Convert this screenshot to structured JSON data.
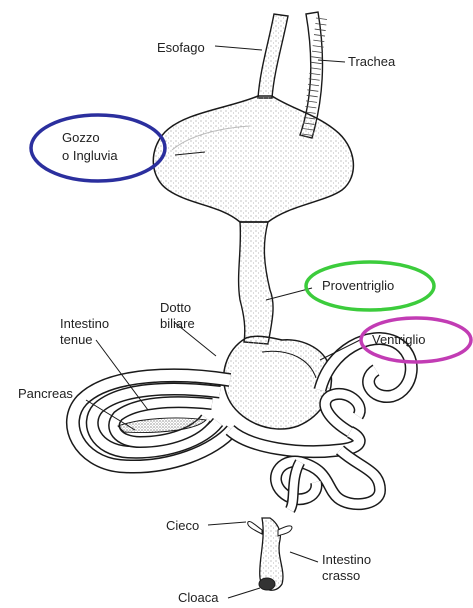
{
  "labels": {
    "esofago": "Esofago",
    "trachea": "Trachea",
    "gozzo_line1": "Gozzo",
    "gozzo_line2": "o Ingluvia",
    "proventriglio": "Proventriglio",
    "dotto_line1": "Dotto",
    "dotto_line2": "biliare",
    "ventriglio": "Ventriglio",
    "intestino_tenue_line1": "Intestino",
    "intestino_tenue_line2": "tenue",
    "pancreas": "Pancreas",
    "cieco": "Cieco",
    "intestino_crasso_line1": "Intestino",
    "intestino_crasso_line2": "crasso",
    "cloaca": "Cloaca"
  },
  "highlight_colors": {
    "gozzo": "#2b2f9e",
    "proventriglio": "#3ccc3c",
    "ventriglio": "#c23cb4"
  },
  "organ_outline_color": "#1a1a1a"
}
